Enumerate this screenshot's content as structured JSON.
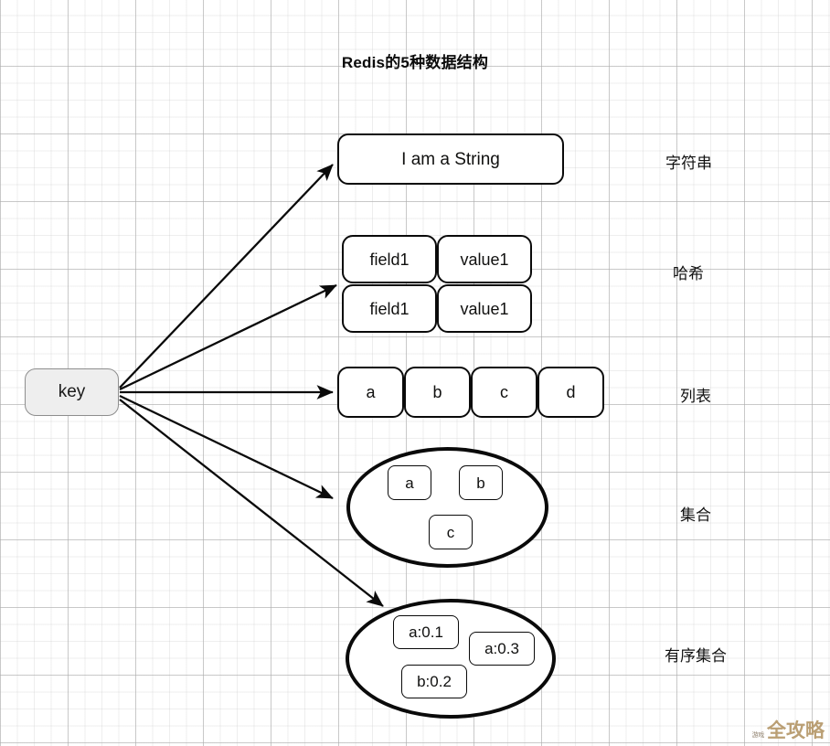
{
  "diagram": {
    "title": "Redis的5种数据结构",
    "key_node": {
      "label": "key"
    },
    "structures": [
      {
        "id": "string",
        "right_label": "字符串",
        "shape": "rounded-box",
        "cells": [
          {
            "text": "I am a String"
          }
        ]
      },
      {
        "id": "hash",
        "right_label": "哈希",
        "shape": "grid",
        "cells": [
          {
            "text": "field1"
          },
          {
            "text": "value1"
          },
          {
            "text": "field1"
          },
          {
            "text": "value1"
          }
        ]
      },
      {
        "id": "list",
        "right_label": "列表",
        "shape": "row",
        "cells": [
          {
            "text": "a"
          },
          {
            "text": "b"
          },
          {
            "text": "c"
          },
          {
            "text": "d"
          }
        ]
      },
      {
        "id": "set",
        "right_label": "集合",
        "shape": "ellipse",
        "cells": [
          {
            "text": "a"
          },
          {
            "text": "b"
          },
          {
            "text": "c"
          }
        ]
      },
      {
        "id": "sorted-set",
        "right_label": "有序集合",
        "shape": "ellipse",
        "cells": [
          {
            "text": "a:0.1"
          },
          {
            "text": "a:0.3"
          },
          {
            "text": "b:0.2"
          }
        ]
      }
    ]
  },
  "watermark": {
    "sub_text": "游戏",
    "main_text": "全攻略"
  },
  "colors": {
    "stroke": "#0a0a0a",
    "key_fill": "#eeeeee",
    "key_stroke": "#8e8e8e",
    "text": "#111111",
    "grid_major": "#aaaaaa",
    "grid_minor": "#c8c8c8",
    "watermark": "#b79a6d"
  }
}
